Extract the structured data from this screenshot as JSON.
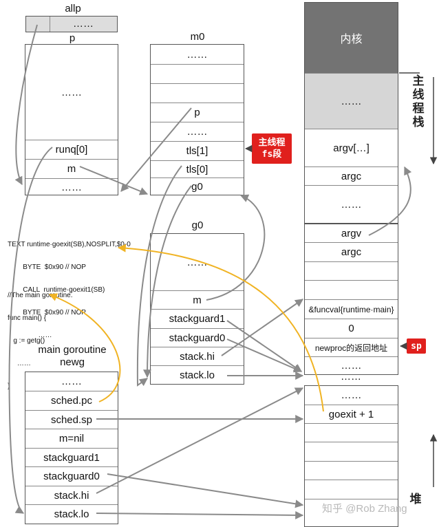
{
  "allp": {
    "title": "allp",
    "cell": "……"
  },
  "p": {
    "title": "p",
    "cells": [
      "……",
      "runq[0]",
      "m",
      "……"
    ]
  },
  "m0": {
    "title": "m0",
    "cells": [
      "……",
      "p",
      "……",
      "tls[1]",
      "tls[0]",
      "g0"
    ]
  },
  "g0": {
    "title": "g0",
    "cells": [
      "……",
      "m",
      "stackguard1",
      "stackguard0",
      "stack.hi",
      "stack.lo"
    ]
  },
  "newg": {
    "title_line1": "main goroutine",
    "title_line2": "newg",
    "cells": [
      "……",
      "sched.pc",
      "sched.sp",
      "m=nil",
      "stackguard1",
      "stackguard0",
      "stack.hi",
      "stack.lo"
    ]
  },
  "main_stack": {
    "kernel": "内核",
    "cells": [
      "……",
      "argv[…]",
      "argc",
      "……",
      "argv",
      "argc",
      "",
      "",
      "&funcval{runtime·main}",
      "0",
      "newproc的返回地址",
      "……"
    ]
  },
  "heap_stack": {
    "top_label": "……",
    "cells": [
      "……",
      "goexit + 1"
    ]
  },
  "code_goexit": [
    "TEXT runtime·goexit(SB),NOSPLIT,$0-0",
    "        BYTE  $0x90 // NOP",
    "        CALL  runtime·goexit1(SB)",
    "        BYTE  $0x90 // NOP",
    "                ……"
  ],
  "code_main": [
    "//The main goroutine.",
    "func main() {",
    "   g := getg()",
    "     ……",
    "}"
  ],
  "labels": {
    "main_thread_tls": "主线程\nfs段",
    "sp": "sp",
    "main_thread_stack": "主线程栈",
    "heap": "堆",
    "watermark": "知乎 @Rob Zhang"
  },
  "colors": {
    "arrow_gray": "#8a8a8a",
    "arrow_yellow": "#f0b323",
    "tag_red": "#e0201d",
    "kernel_gray": "#737373",
    "light_gray": "#d6d6d6"
  }
}
